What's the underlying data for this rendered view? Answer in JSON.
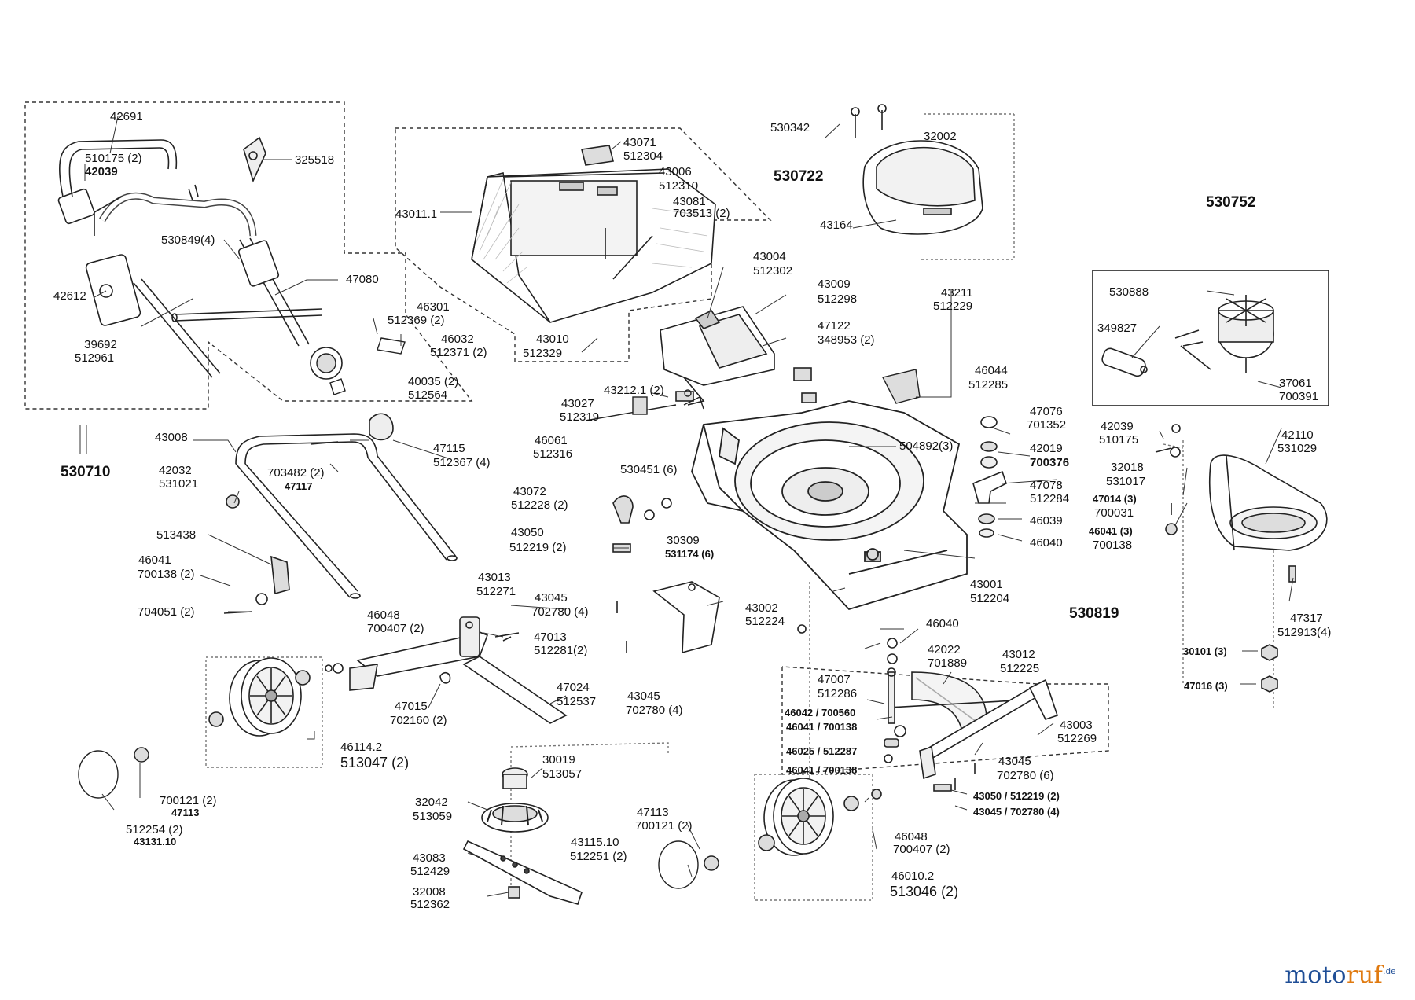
{
  "groups": [
    "530710",
    "530722",
    "530752",
    "530819"
  ],
  "labels": {
    "p42691": "42691",
    "p510175": "510175 (2)",
    "p42039a": "42039",
    "p325518": "325518",
    "p530849": "530849(4)",
    "p42612": "42612",
    "p47080": "47080",
    "p39692": "39692",
    "p512961": "512961",
    "p46301": "46301",
    "p512369": "512369 (2)",
    "p46032": "46032",
    "p512371": "512371 (2)",
    "p40035": "40035 (2)",
    "p512564": "512564",
    "p43008": "43008",
    "p47115": "47115",
    "p512367": "512367 (4)",
    "p703482": "703482 (2)",
    "p47117": "47117",
    "p42032": "42032",
    "p531021": "531021",
    "p513438": "513438",
    "p46041a": "46041",
    "p700138a": "700138 (2)",
    "p704051": "704051 (2)",
    "p43071": "43071",
    "p512304": "512304",
    "p43006": "43006",
    "p512310": "512310",
    "p43081": "43081",
    "p703513": "703513 (2)",
    "p43011": "43011.1",
    "p43004": "43004",
    "p512302": "512302",
    "p43009": "43009",
    "p512298": "512298",
    "p47122": "47122",
    "p348953": "348953 (2)",
    "p43010": "43010",
    "p512329": "512329",
    "p43212": "43212.1 (2)",
    "p43027": "43027",
    "p512319": "512319",
    "p46061": "46061",
    "p512316": "512316",
    "p530451": "530451 (6)",
    "p43072": "43072",
    "p512228": "512228 (2)",
    "p30309": "30309",
    "p531174": "531174 (6)",
    "p43050a": "43050",
    "p512219a": "512219 (2)",
    "p43045a": "43045",
    "p702780a": "702780 (4)",
    "p43013": "43013",
    "p512271": "512271",
    "p46048a": "46048",
    "p700407a": "700407 (2)",
    "p47013": "47013",
    "p512281": "512281(2)",
    "p47024": "47024",
    "p512537": "512537",
    "p47015": "47015",
    "p702160": "702160 (2)",
    "p46114": "46114.2",
    "p513047": "513047 (2)",
    "p30019": "30019",
    "p513057": "513057",
    "p32042": "32042",
    "p513059": "513059",
    "p700121a": "700121 (2)",
    "p47113a": "47113",
    "p512254": "512254 (2)",
    "p43131": "43131.10",
    "p47113b": "47113",
    "p700121b": "700121 (2)",
    "p43115": "43115.10",
    "p512251": "512251 (2)",
    "p43083": "43083",
    "p512429": "512429",
    "p32008": "32008",
    "p512362": "512362",
    "p530342": "530342",
    "p32002": "32002",
    "p43164": "43164",
    "p43211": "43211",
    "p512229": "512229",
    "p504892": "504892(3)",
    "p46044": "46044",
    "p512285": "512285",
    "p47076": "47076",
    "p701352": "701352",
    "p42019": "42019",
    "p700376": "700376",
    "p47078": "47078",
    "p512284": "512284",
    "p46039": "46039",
    "p46040a": "46040",
    "p43001": "43001",
    "p512204": "512204",
    "p43002": "43002",
    "p512224": "512224",
    "p43045b": "43045",
    "p702780b": "702780 (4)",
    "p46040b": "46040",
    "p42022": "42022",
    "p701889": "701889",
    "p43012": "43012",
    "p512225": "512225",
    "p47007": "47007",
    "p512286": "512286",
    "p46042": "46042 / 700560",
    "p46041b": "46041 / 700138",
    "p46025": "46025 / 512287",
    "p46041c": "46041 / 700138",
    "p43003": "43003",
    "p512269": "512269",
    "p43045c": "43045",
    "p702780c": "702780 (6)",
    "p43050b": "43050 / 512219 (2)",
    "p43045d": "43045 / 702780 (4)",
    "p46048b": "46048",
    "p700407b": "700407 (2)",
    "p46010": "46010.2",
    "p513046": "513046 (2)",
    "p530888": "530888",
    "p349827": "349827",
    "p37061": "37061",
    "p700391": "700391",
    "p42039b": "42039",
    "p510175b": "510175",
    "p32018": "32018",
    "p531017": "531017",
    "p47014": "47014 (3)",
    "p700031": "700031",
    "p46041d": "46041 (3)",
    "p700138d": "700138",
    "p42110": "42110",
    "p531029": "531029",
    "p47317": "47317",
    "p512913": "512913(4)",
    "p30101": "30101 (3)",
    "p47016": "47016 (3)"
  },
  "logo": {
    "part1": "moto",
    "part2": "ruf",
    "suffix": ".de"
  }
}
